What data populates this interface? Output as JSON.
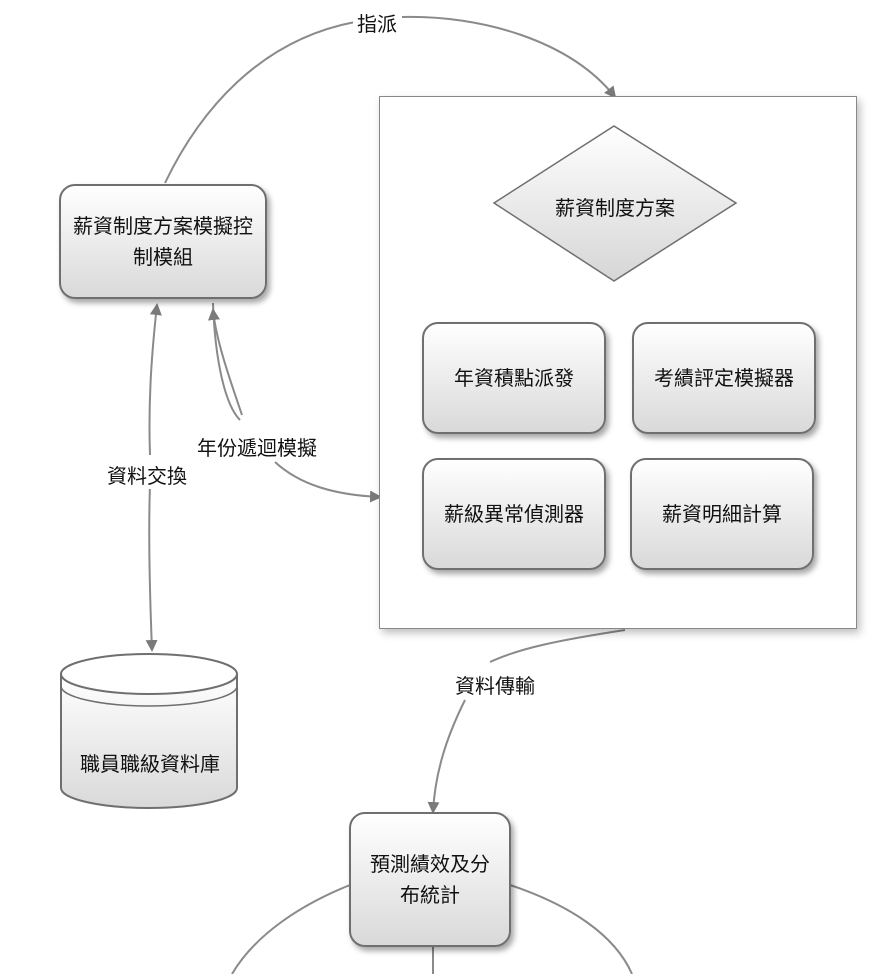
{
  "nodes": {
    "control_module": "薪資制度方案模擬控制模組",
    "scheme": "薪資制度方案",
    "seniority": "年資積點派發",
    "performance": "考績評定模擬器",
    "anomaly": "薪級異常偵測器",
    "salary_calc": "薪資明細計算",
    "database": "職員職級資料庫",
    "forecast": "預測績效及分布統計"
  },
  "edges": {
    "assign": "指派",
    "year_loop": "年份遞迴模擬",
    "data_exchange": "資料交換",
    "data_transfer": "資料傳輸"
  }
}
